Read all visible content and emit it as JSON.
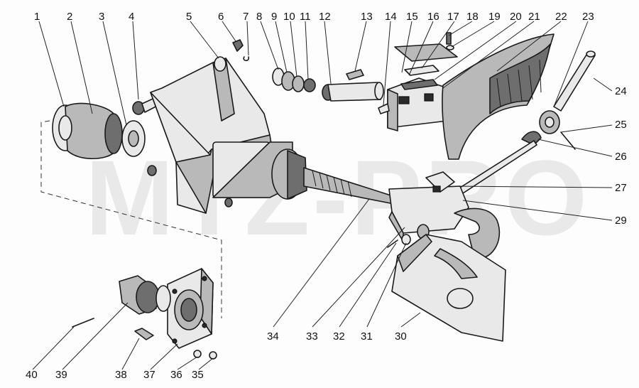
{
  "watermark": "MTZ-PRO",
  "callouts": {
    "c1": "1",
    "c2": "2",
    "c3": "3",
    "c4": "4",
    "c5": "5",
    "c6": "6",
    "c7": "7",
    "c8": "8",
    "c9": "9",
    "c10": "10",
    "c11": "11",
    "c12": "12",
    "c13": "13",
    "c14": "14",
    "c15": "15",
    "c16": "16",
    "c17": "17",
    "c18": "18",
    "c19": "19",
    "c20": "20",
    "c21": "21",
    "c22": "22",
    "c23": "23",
    "c24": "24",
    "c25": "25",
    "c26": "26",
    "c27": "27",
    "c29": "29",
    "c30": "30",
    "c31": "31",
    "c32": "32",
    "c33": "33",
    "c34": "34",
    "c35": "35",
    "c36": "36",
    "c37": "37",
    "c38": "38",
    "c39": "39",
    "c40": "40"
  }
}
